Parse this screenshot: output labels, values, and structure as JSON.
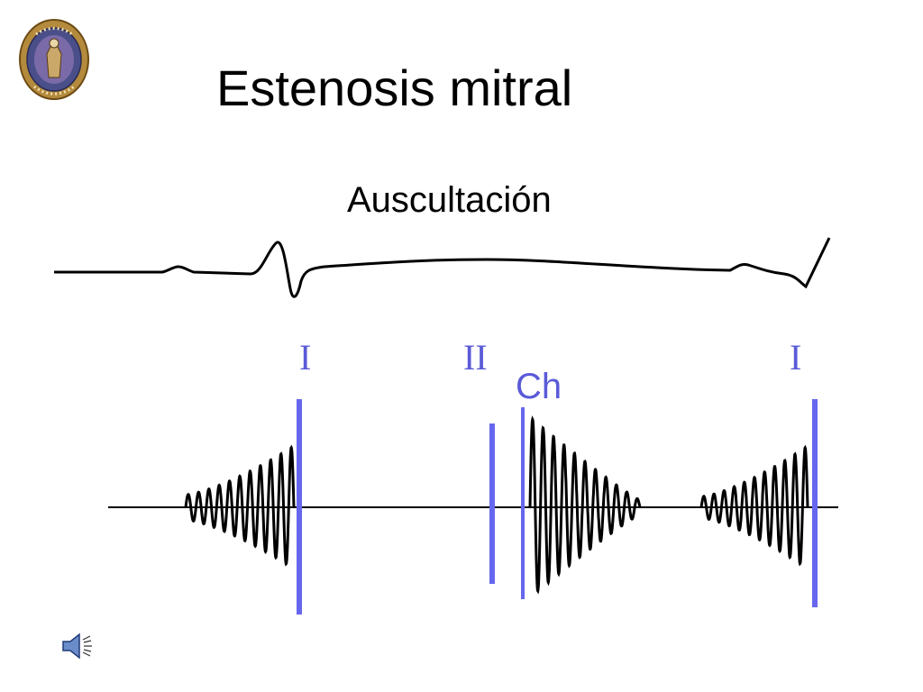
{
  "slide": {
    "title": "Estenosis mitral",
    "subtitle": "Auscultación"
  },
  "diagram": {
    "labels": {
      "s1_first": "I",
      "s2": "II",
      "opening_snap": "Ch",
      "s1_second": "I"
    },
    "colors": {
      "marker": "#6666ee",
      "trace": "#000000"
    }
  },
  "icons": {
    "seal": "university-seal-icon",
    "speaker": "speaker-icon"
  }
}
